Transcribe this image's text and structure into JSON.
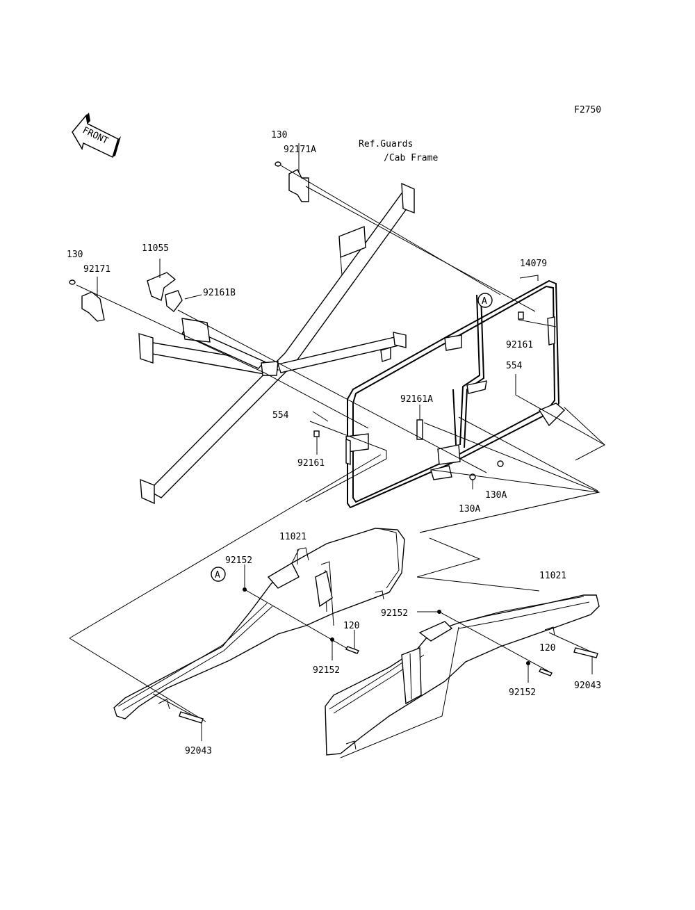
{
  "figure_code": "F2750",
  "front_marker": "FRONT",
  "reference_note": [
    "Ref.Guards",
    "/Cab Frame"
  ],
  "labels": {
    "l130_top": "130",
    "l92171A": "92171A",
    "l130_left": "130",
    "l92171": "92171",
    "l11055": "11055",
    "l92161B": "92161B",
    "l14079": "14079",
    "l92161_right": "92161",
    "l554_right": "554",
    "l92161A": "92161A",
    "l554_left": "554",
    "l92161_left": "92161",
    "l130A_a": "130A",
    "l130A_b": "130A",
    "l11021_left": "11021",
    "l92152_a": "92152",
    "l120_left": "120",
    "l92152_b": "92152",
    "l92043_left": "92043",
    "l11021_right": "11021",
    "l92152_c": "92152",
    "l120_right": "120",
    "l92152_d": "92152",
    "l92043_right": "92043"
  },
  "callout_A": "A"
}
